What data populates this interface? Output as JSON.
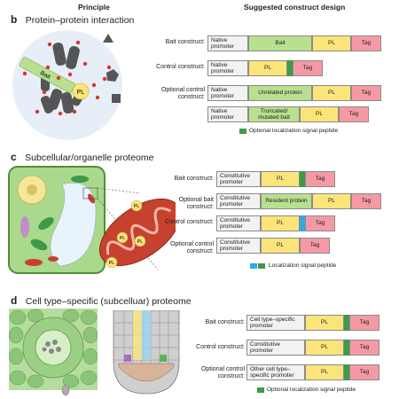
{
  "headers": {
    "principle": "Principle",
    "construct": "Suggested construct design"
  },
  "sections": {
    "b": {
      "letter": "b",
      "title": "Protein–protein interaction"
    },
    "c": {
      "letter": "c",
      "title": "Subcellular/organelle proteome"
    },
    "d": {
      "letter": "d",
      "title": "Cell type–specific (subcelluar) proteome"
    }
  },
  "panel_b": {
    "illustration": {
      "bait_label": "Bait",
      "pl_label": "PL"
    },
    "rows": [
      {
        "label": "Bait construct:",
        "parts": [
          "Native promoter",
          "Bait",
          "PL",
          "Tag"
        ]
      },
      {
        "label": "Control construct:",
        "parts": [
          "Native promoter",
          "PL",
          "Tag"
        ]
      },
      {
        "label": "Optional control construct:",
        "parts": [
          "Native promoter",
          "Unrelated protein",
          "PL",
          "Tag"
        ]
      },
      {
        "label": "",
        "parts": [
          "Native promoter",
          "Truncated/ mutated bait",
          "PL",
          "Tag"
        ]
      }
    ],
    "legend": "Optional localization signal peptide"
  },
  "panel_c": {
    "illustration": {
      "pl_label": "PL"
    },
    "rows": [
      {
        "label": "Bait construct:",
        "parts": [
          "Constitutive promoter",
          "PL",
          "Tag"
        ]
      },
      {
        "label": "Optional bait construct:",
        "parts": [
          "Constitutive promoter",
          "Resident protein",
          "PL",
          "Tag"
        ]
      },
      {
        "label": "Control construct:",
        "parts": [
          "Constitutive promoter",
          "PL",
          "Tag"
        ]
      },
      {
        "label": "Optional control construct:",
        "parts": [
          "Constitutive promoter",
          "PL",
          "Tag"
        ]
      }
    ],
    "legend": "Localization signal peptide"
  },
  "panel_d": {
    "rows": [
      {
        "label": "Bait construct:",
        "parts": [
          "Cell type–specific promoter",
          "PL",
          "Tag"
        ]
      },
      {
        "label": "Control construct:",
        "parts": [
          "Constitutive promoter",
          "PL",
          "Tag"
        ]
      },
      {
        "label": "Optional control construct:",
        "parts": [
          "Other cell type– specific promoter",
          "PL",
          "Tag"
        ]
      }
    ],
    "legend": "Optional localization signal peptide"
  },
  "colors": {
    "promoter": "#f2f2f2",
    "bait": "#b8e08f",
    "pl": "#fbe57a",
    "tag": "#f59aa4",
    "localization_green": "#3d9a4a",
    "localization_cyan": "#33a9df",
    "cell_green": "#a9d98a",
    "mitochondrion": "#c7412f"
  }
}
